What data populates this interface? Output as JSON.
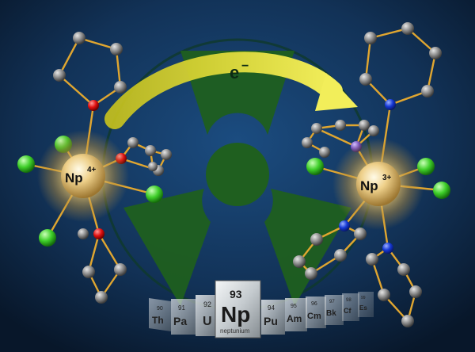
{
  "arrow": {
    "label": "e",
    "superscript": "−"
  },
  "left_center": {
    "symbol": "Np",
    "charge": "4+"
  },
  "right_center": {
    "symbol": "Np",
    "charge": "3+"
  },
  "main_tile": {
    "number": "93",
    "symbol": "Np",
    "name": "neptunium"
  },
  "tiles_left": [
    {
      "number": "90",
      "symbol": "Th"
    },
    {
      "number": "91",
      "symbol": "Pa"
    },
    {
      "number": "92",
      "symbol": "U"
    }
  ],
  "tiles_right": [
    {
      "number": "94",
      "symbol": "Pu"
    },
    {
      "number": "95",
      "symbol": "Am"
    },
    {
      "number": "96",
      "symbol": "Cm"
    },
    {
      "number": "97",
      "symbol": "Bk"
    },
    {
      "number": "98",
      "symbol": "Cf"
    },
    {
      "number": "99",
      "symbol": "Es"
    }
  ],
  "colors": {
    "background": "#0f2a4a",
    "trefoil": "#1e5a1e",
    "arrow": "#d9dd2a",
    "oxygen": "#e01010",
    "nitrogen": "#1538d6",
    "chlorine": "#3fcf2a",
    "carbon": "#7a7a7a",
    "phosphorus": "#7a55c0",
    "bond": "#e0a630",
    "np_glow": "#e8c46a"
  }
}
